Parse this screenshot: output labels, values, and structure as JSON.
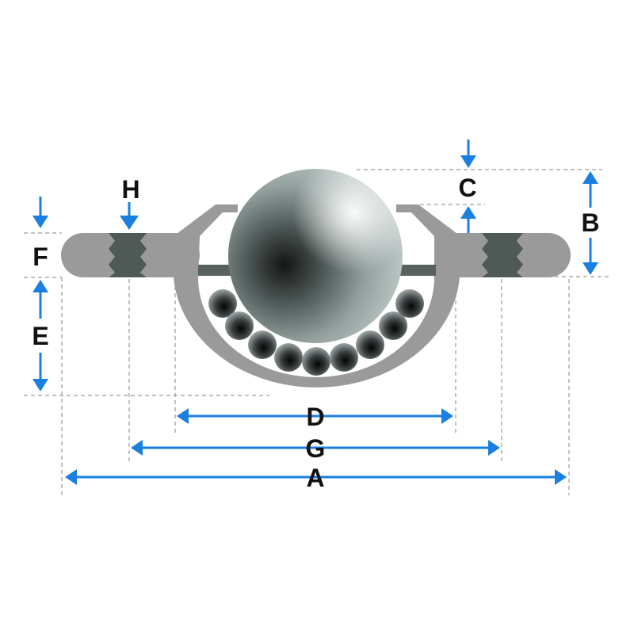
{
  "diagram": {
    "labels": {
      "a": "A",
      "b": "B",
      "c": "C",
      "d": "D",
      "e": "E",
      "f": "F",
      "g": "G",
      "h": "H"
    },
    "colors": {
      "housing": "#9a9a9a",
      "thread": "#4f5a57",
      "arrow": "#1a7fe0",
      "guide": "#9a9a9a",
      "ball_light": "#d8e2e0",
      "ball_dark": "#1c1c1c"
    }
  }
}
